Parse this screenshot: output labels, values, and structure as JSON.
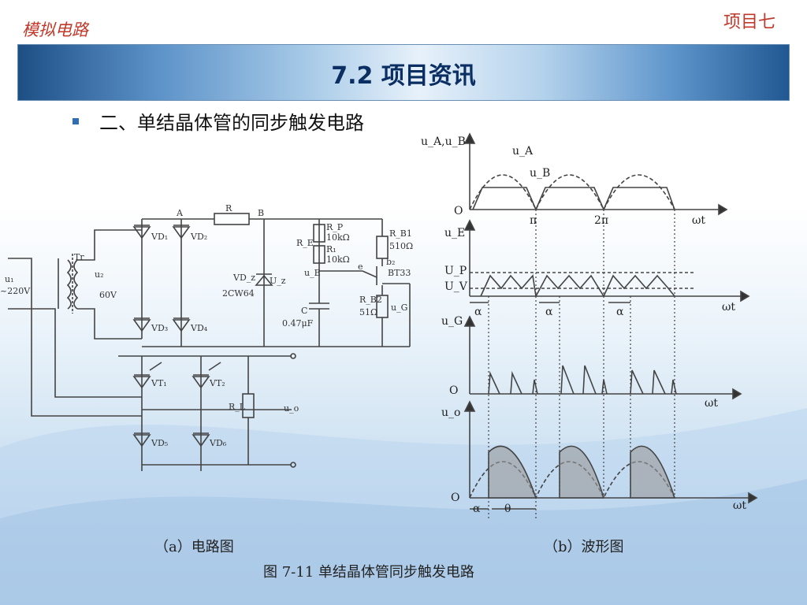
{
  "header": {
    "course": "模拟电路",
    "project": "项目七",
    "title": "7.2 项目资讯"
  },
  "bullet": {
    "text": "二、单结晶体管的同步触发电路"
  },
  "figure": {
    "caption_a": "（a）电路图",
    "caption_b": "（b）波形图",
    "caption_main": "图 7-11   单结晶体管同步触发电路",
    "circuit_labels": {
      "A": "A",
      "B": "B",
      "R": "R",
      "u1": "u₁",
      "v220": "~220V",
      "tr": "Tr",
      "u2": "u₂",
      "v60": "60V",
      "vd1": "VD₁",
      "vd2": "VD₂",
      "vd3": "VD₃",
      "vd4": "VD₄",
      "vd5": "VD₅",
      "vd6": "VD₆",
      "vdz": "VD_z",
      "uz": "U_z",
      "zener": "2CW64",
      "rp": "R_P",
      "rp_val": "10kΩ",
      "re": "R_E",
      "r1": "R₁",
      "r1_val": "10kΩ",
      "ue": "u_E",
      "c": "C",
      "c_val": "0.47μF",
      "rb1": "R_B1",
      "rb1_val": "510Ω",
      "e": "e",
      "b2": "b₂",
      "bt": "BT33",
      "rb2": "R_B2",
      "rb2_val": "51Ω",
      "ug": "u_G",
      "vt1": "VT₁",
      "vt2": "VT₂",
      "rl": "R_L",
      "uo": "u_o"
    },
    "wave_labels": {
      "uab_axis": "u_A,u_B",
      "ua": "u_A",
      "ub": "u_B",
      "origin": "O",
      "pi": "π",
      "two_pi": "2π",
      "wt": "ωt",
      "ue_axis": "u_E",
      "up": "U_P",
      "uv": "U_V",
      "alpha": "α",
      "ug_axis": "u_G",
      "uo_axis": "u_o",
      "theta": "θ"
    }
  },
  "colors": {
    "accent": "#c0392b",
    "banner_title": "#0b2f63",
    "bullet": "#2f6fae"
  }
}
